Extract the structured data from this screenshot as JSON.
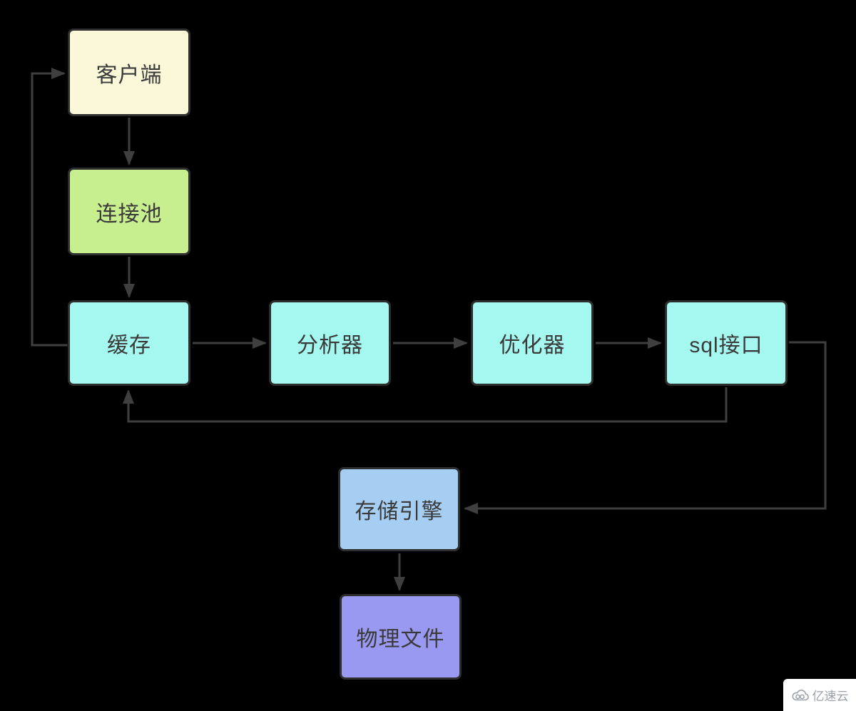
{
  "diagram": {
    "background": "#000000",
    "line_color": "#3F3F3F",
    "border_color": "#2E2E2E",
    "text_color": "#3A3A3A",
    "nodes": [
      {
        "id": "client",
        "label": "客户端",
        "fill": "#FAF8D8"
      },
      {
        "id": "connection-pool",
        "label": "连接池",
        "fill": "#C7EE8F"
      },
      {
        "id": "cache",
        "label": "缓存",
        "fill": "#A5F8F0"
      },
      {
        "id": "analyzer",
        "label": "分析器",
        "fill": "#A5F8F0"
      },
      {
        "id": "optimizer",
        "label": "优化器",
        "fill": "#A5F8F0"
      },
      {
        "id": "sql-interface",
        "label": "sql接口",
        "fill": "#A5F8F0"
      },
      {
        "id": "storage-engine",
        "label": "存储引擎",
        "fill": "#A6CEF2"
      },
      {
        "id": "physical-file",
        "label": "物理文件",
        "fill": "#9A99F1"
      }
    ],
    "edges": [
      {
        "from": "cache",
        "to": "client"
      },
      {
        "from": "client",
        "to": "connection-pool"
      },
      {
        "from": "connection-pool",
        "to": "cache"
      },
      {
        "from": "cache",
        "to": "analyzer"
      },
      {
        "from": "analyzer",
        "to": "optimizer"
      },
      {
        "from": "optimizer",
        "to": "sql-interface"
      },
      {
        "from": "sql-interface",
        "to": "cache"
      },
      {
        "from": "sql-interface",
        "to": "storage-engine"
      },
      {
        "from": "storage-engine",
        "to": "physical-file"
      }
    ]
  },
  "watermark": {
    "brand": "亿速云"
  }
}
